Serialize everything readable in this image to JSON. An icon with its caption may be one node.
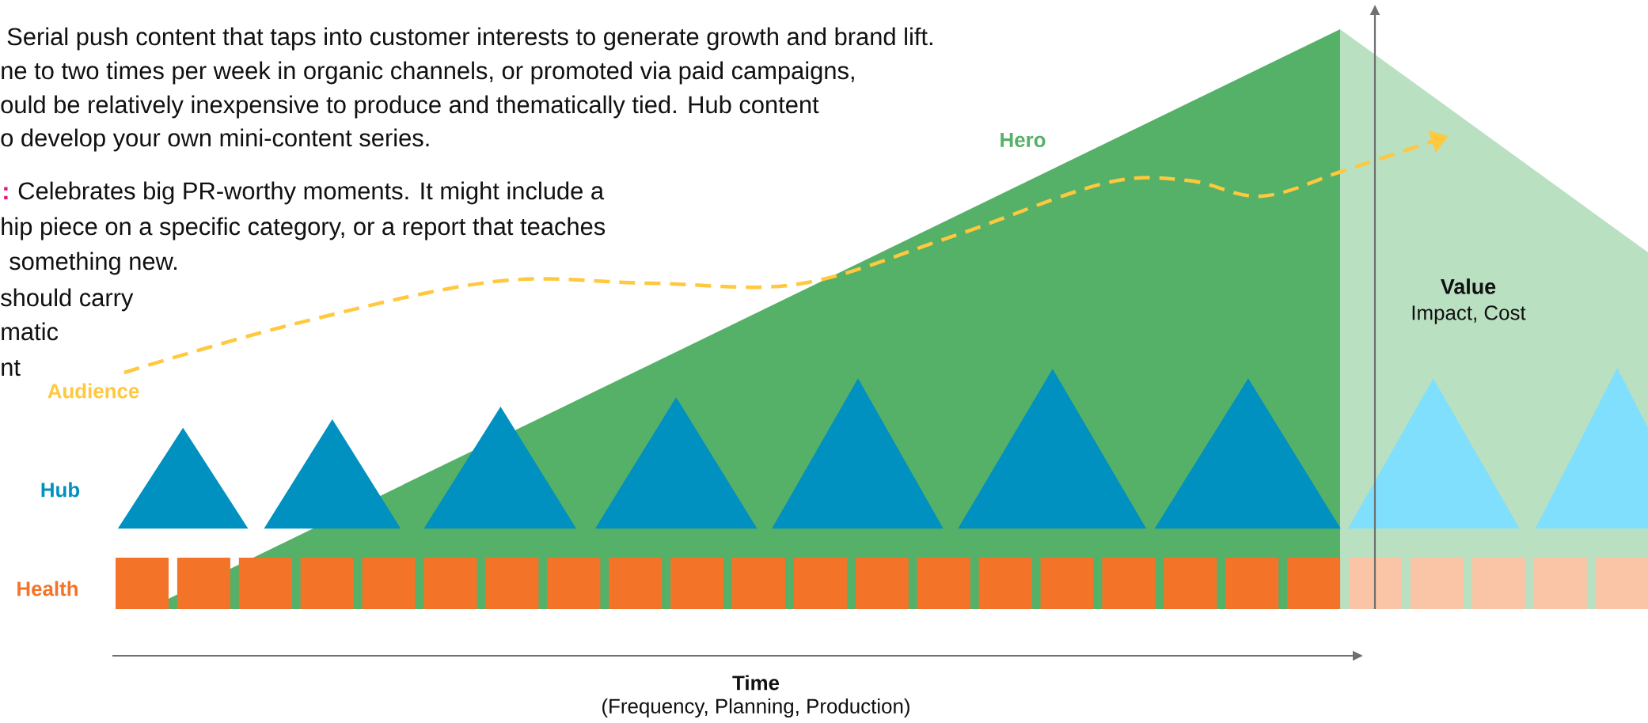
{
  "diagram": {
    "labels": [
      "Serial push content that taps into customer interests to generate growth and brand lift.",
      "ne to two times per week in organic channels, or promoted via paid campaigns,",
      "ould be relatively inexpensive to produce and thematically tied. Hub content",
      "o develop your own mini-content series.",
      ":",
      "Celebrates big PR-worthy moments. It might include a",
      "hip piece on a specific category, or a report that teaches",
      "something new.",
      "should carry",
      "matic",
      "nt",
      "Hero",
      "Audience",
      "Hub",
      "Health",
      "Value",
      "Impact, Cost",
      "Time",
      "(Frequency, Planning, Production)"
    ]
  }
}
